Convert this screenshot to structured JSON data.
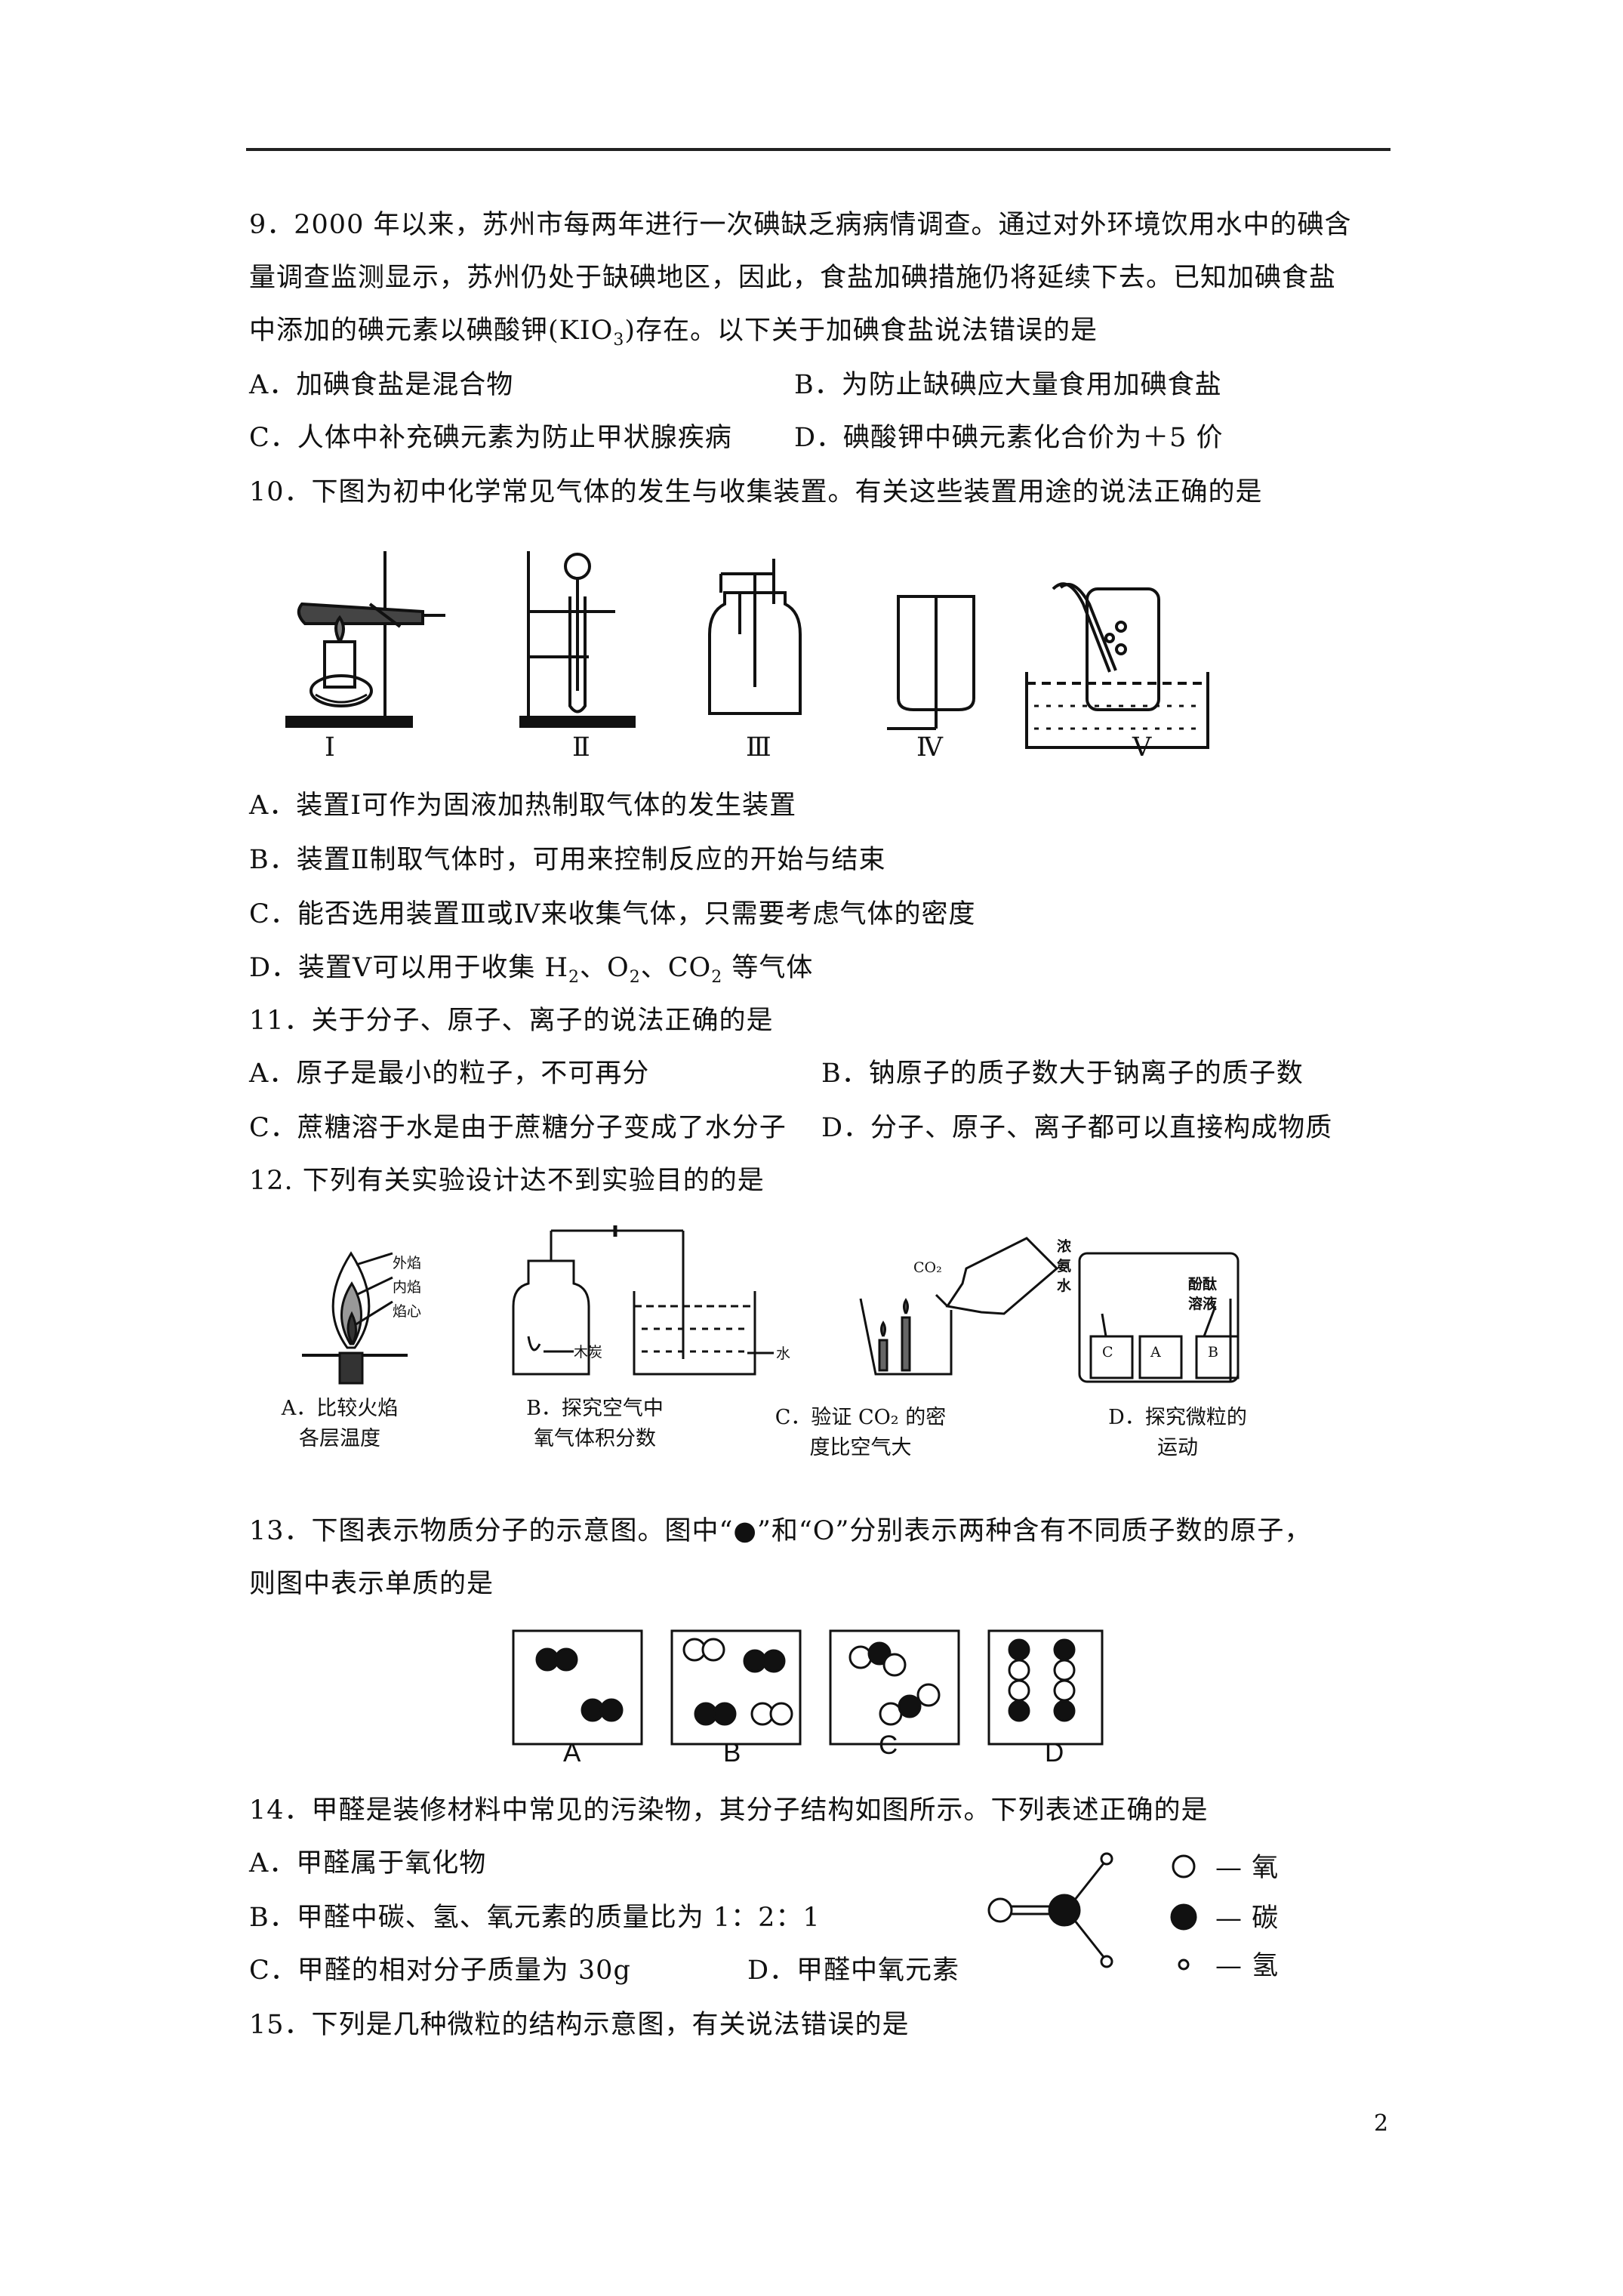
{
  "q9": {
    "line1": "9．2000 年以来，苏州市每两年进行一次碘缺乏病病情调查。通过对外环境饮用水中的碘含",
    "line2": "量调查监测显示，苏州仍处于缺碘地区，因此，食盐加碘措施仍将延续下去。已知加碘食盐",
    "line3_pre": "中添加的碘元素以碘酸钾(KIO",
    "line3_sub": "3",
    "line3_post": ")存在。以下关于加碘食盐说法错误的是",
    "optA": "A．加碘食盐是混合物",
    "optB": "B．为防止缺碘应大量食用加碘食盐",
    "optC": "C．人体中补充碘元素为防止甲状腺疾病",
    "optD": "D．碘酸钾中碘元素化合价为＋5 价"
  },
  "q10": {
    "stem": "10．下图为初中化学常见气体的发生与收集装置。有关这些装置用途的说法正确的是",
    "labels": [
      "Ⅰ",
      "Ⅱ",
      "Ⅲ",
      "Ⅳ",
      "Ⅴ"
    ],
    "optA": "A．装置Ⅰ可作为固液加热制取气体的发生装置",
    "optB": "B．装置Ⅱ制取气体时，可用来控制反应的开始与结束",
    "optC": "C．能否选用装置Ⅲ或Ⅳ来收集气体，只需要考虑气体的密度",
    "optD_pre": "D．装置Ⅴ可以用于收集 H",
    "optD_s1": "2",
    "optD_mid1": "、O",
    "optD_s2": "2",
    "optD_mid2": "、CO",
    "optD_s3": "2",
    "optD_post": " 等气体"
  },
  "q11": {
    "stem": "11．关于分子、原子、离子的说法正确的是",
    "optA": "A．原子是最小的粒子，不可再分",
    "optB": "B．钠原子的质子数大于钠离子的质子数",
    "optC": "C．蔗糖溶于水是由于蔗糖分子变成了水分子",
    "optD": "D．分子、原子、离子都可以直接构成物质"
  },
  "q12": {
    "stem": "12. 下列有关实验设计达不到实验目的的是",
    "flame_labels": [
      "外焰",
      "内焰",
      "焰心"
    ],
    "charcoal_label": "木炭",
    "water_label": "水",
    "co2_label": "CO₂",
    "ammonia_label": [
      "浓",
      "氨",
      "水"
    ],
    "phenol_label": [
      "酚酞",
      "溶液"
    ],
    "beaker_letters": [
      "C",
      "A",
      "B"
    ],
    "capA": [
      "A．比较火焰",
      "各层温度"
    ],
    "capB": [
      "B．探究空气中",
      "氧气体积分数"
    ],
    "capC": [
      "C．验证 CO₂ 的密",
      "度比空气大"
    ],
    "capD": [
      "D．探究微粒的",
      "运动"
    ]
  },
  "q13": {
    "line1": "13．下图表示物质分子的示意图。图中“●”和“O”分别表示两种含有不同质子数的原子，",
    "line2": "则图中表示单质的是",
    "labels": [
      "A",
      "B",
      "C",
      "D"
    ]
  },
  "q14": {
    "stem": "14．甲醛是装修材料中常见的污染物，其分子结构如图所示。下列表述正确的是",
    "optA": "A．甲醛属于氧化物",
    "optB": "B．甲醛中碳、氢、氧元素的质量比为 1：2：1",
    "optC": "C．甲醛的相对分子质量为 30g",
    "optD": "D．甲醛中氧元素",
    "legend": [
      "氧",
      "碳",
      "氢"
    ]
  },
  "q15": {
    "stem": "15．下列是几种微粒的结构示意图，有关说法错误的是"
  },
  "page_number": "2"
}
